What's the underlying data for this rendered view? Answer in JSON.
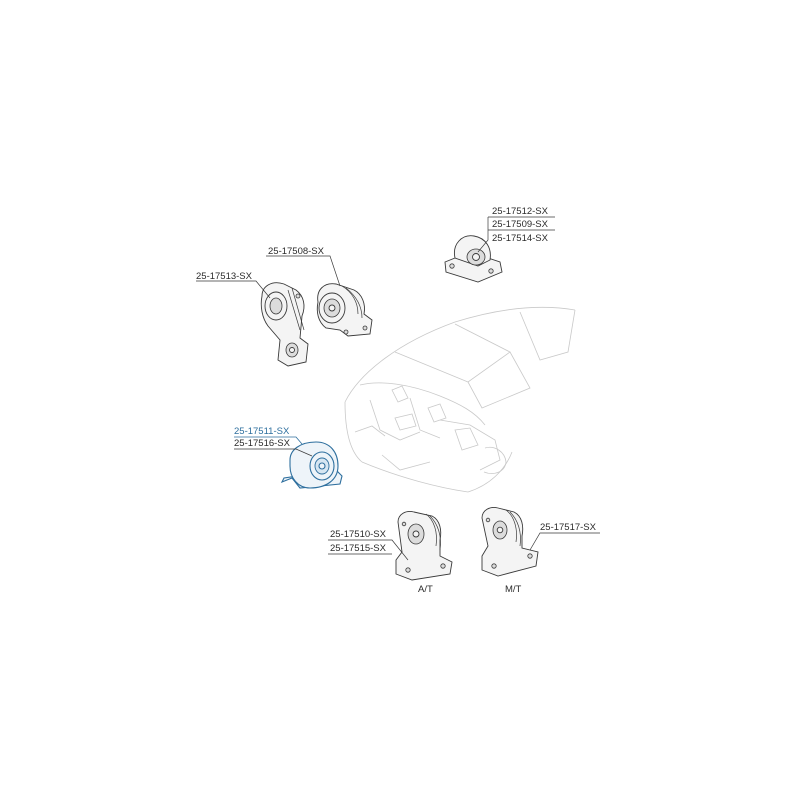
{
  "labels": {
    "p17512": "25-17512-SX",
    "p17509": "25-17509-SX",
    "p17514": "25-17514-SX",
    "p17508": "25-17508-SX",
    "p17513": "25-17513-SX",
    "p17511": "25-17511-SX",
    "p17516": "25-17516-SX",
    "p17510": "25-17510-SX",
    "p17515": "25-17515-SX",
    "p17517": "25-17517-SX",
    "at": "A/T",
    "mt": "M/T"
  },
  "colors": {
    "highlight": "#2e6f9e",
    "line": "#3a3a3a",
    "car_outline": "#c9c9c9"
  }
}
